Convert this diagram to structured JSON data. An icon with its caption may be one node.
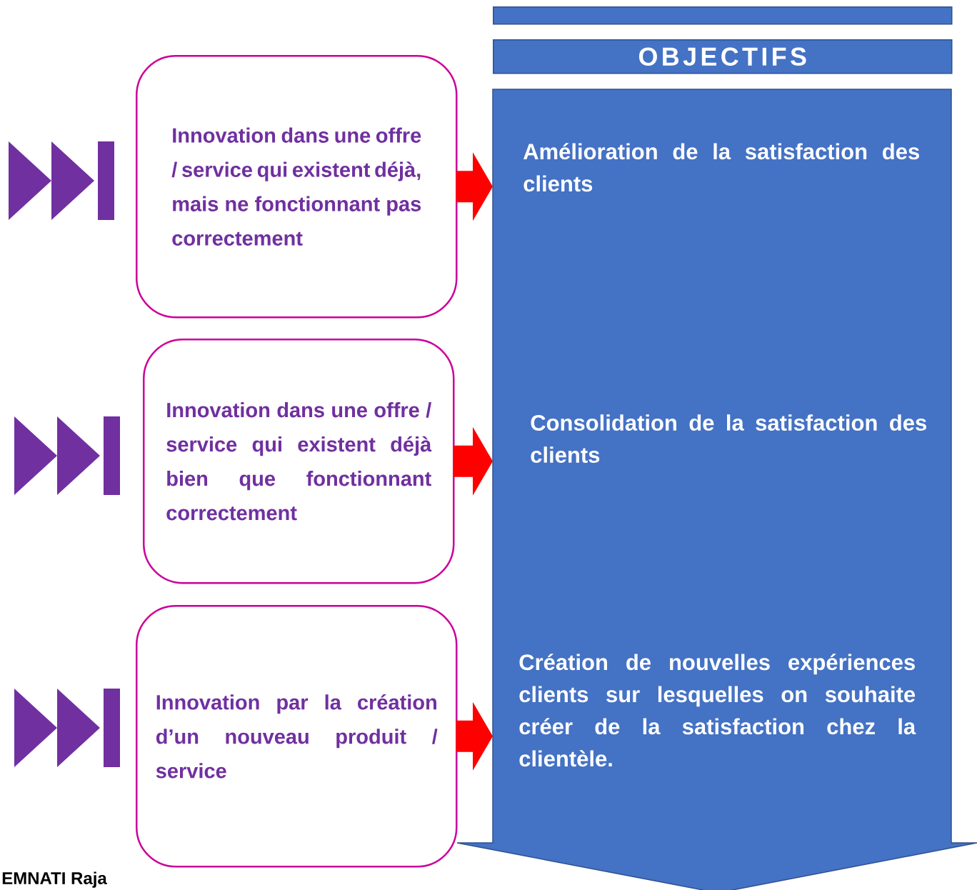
{
  "diagram": {
    "nodes": [
      {
        "text": [],
        "shape": "bar"
      },
      {
        "text": [
          "OBJECTIFS"
        ]
      },
      {
        "text": [],
        "shape": "arrow"
      },
      {
        "text": [
          "Amélioration de la satisfaction des clients"
        ],
        "in": 2
      },
      {
        "text": [
          "Consolidation de la satisfaction des clients"
        ],
        "in": 2
      },
      {
        "text": [
          "Création de nouvelles expériences clients sur lesquelles on souhaite créer de la satisfaction chez la clientèle."
        ],
        "in": 2
      },
      {
        "text": [
          "Innovation dans une offre / service qui existent déjà, mais ne fonctionnant pas correctement"
        ]
      },
      {
        "text": [
          "Innovation dans une offre / service qui existent déjà bien que fonctionnant correctement"
        ]
      },
      {
        "text": [
          "Innovation par la création d’un nouveau produit / service"
        ]
      }
    ],
    "edges": [
      {
        "from": 6,
        "to": 2,
        "arrow": "to"
      },
      {
        "from": 7,
        "to": 2,
        "arrow": "to"
      },
      {
        "from": 8,
        "to": 2,
        "arrow": "to"
      }
    ],
    "labels": [
      "EMNATI Raja"
    ]
  }
}
